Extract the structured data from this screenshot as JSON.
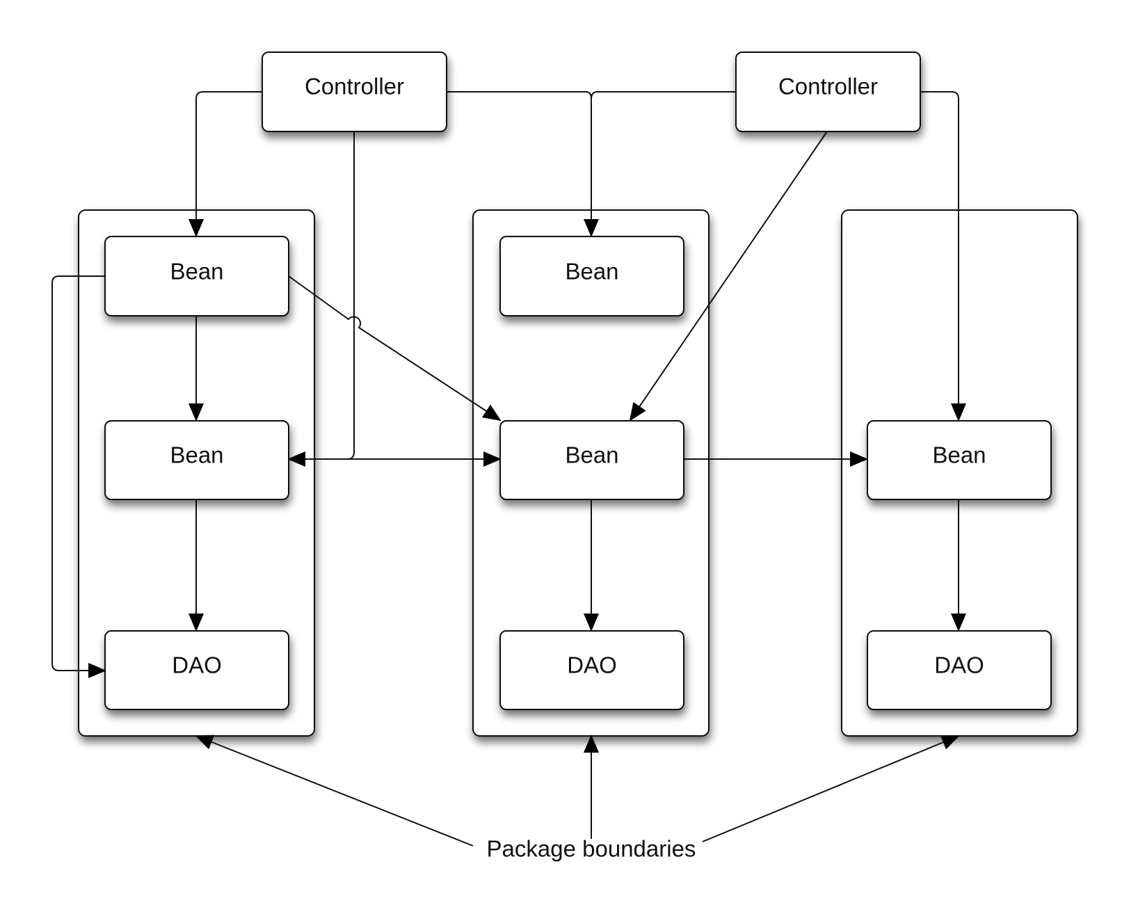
{
  "diagram": {
    "controllers": [
      "Controller",
      "Controller"
    ],
    "packages": [
      {
        "nodes": [
          "Bean",
          "Bean",
          "DAO"
        ]
      },
      {
        "nodes": [
          "Bean",
          "Bean",
          "DAO"
        ]
      },
      {
        "nodes": [
          "Bean",
          "DAO"
        ]
      }
    ],
    "caption": "Package boundaries"
  }
}
